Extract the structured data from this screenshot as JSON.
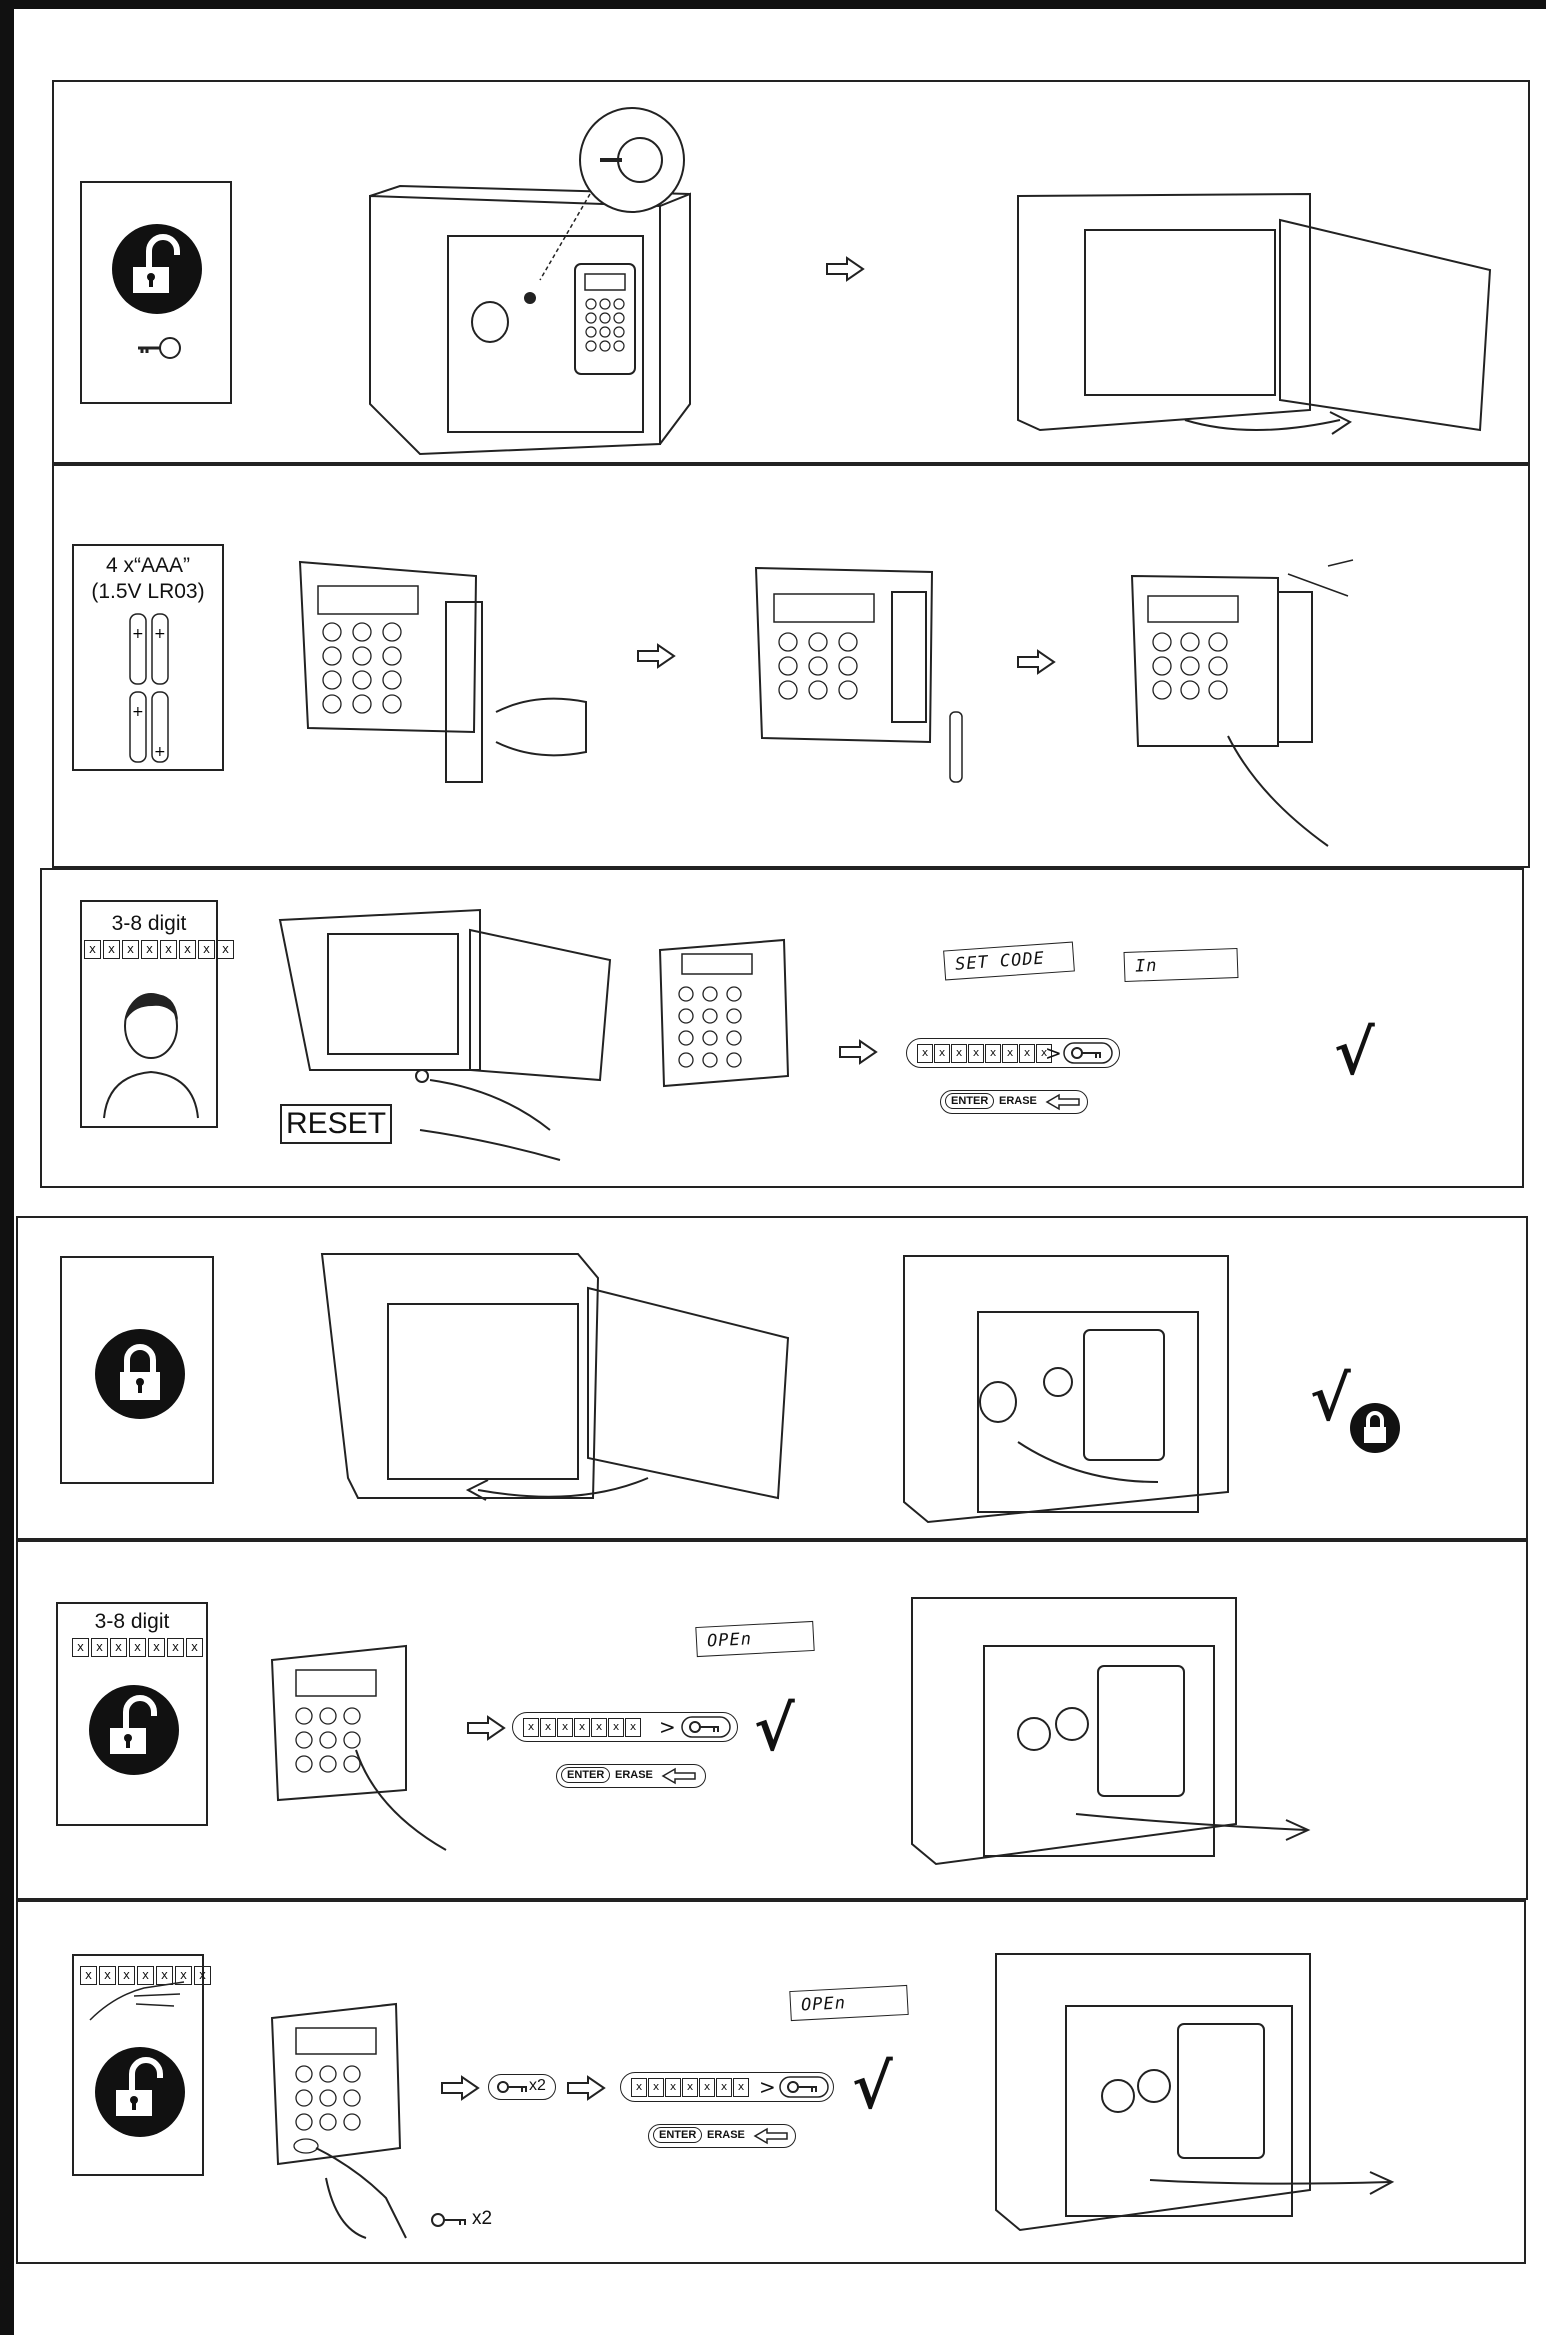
{
  "steps": [
    {
      "id": "unlock-with-key",
      "icon": "padlock-open-icon",
      "card_label": "",
      "secondary_icon": "key-icon"
    },
    {
      "id": "insert-batteries",
      "card_label_line1": "4 x“AAA”",
      "card_label_line2": "(1.5V LR03)",
      "icon": "battery-icon"
    },
    {
      "id": "set-code",
      "card_label": "3-8 digit",
      "digit_boxes": [
        "x",
        "x",
        "x",
        "x",
        "x",
        "x",
        "x",
        "x"
      ],
      "icon": "person-icon",
      "reset_label": "RESET",
      "lcd_1": "SET CODE",
      "lcd_2": "In",
      "enter_label": "ENTER",
      "erase_label": "ERASE"
    },
    {
      "id": "lock-safe",
      "icon": "padlock-closed-icon"
    },
    {
      "id": "open-with-code",
      "card_label": "3-8 digit",
      "digit_boxes": [
        "x",
        "x",
        "x",
        "x",
        "x",
        "x",
        "x"
      ],
      "icon": "padlock-open-icon",
      "lcd": "OPEn",
      "enter_label": "ENTER",
      "erase_label": "ERASE"
    },
    {
      "id": "open-with-master-code",
      "digit_boxes": [
        "x",
        "x",
        "x",
        "x",
        "x",
        "x",
        "x"
      ],
      "icon": "padlock-open-icon",
      "lcd": "OPEn",
      "key_x2_label": "x2",
      "enter_label": "ENTER",
      "erase_label": "ERASE"
    }
  ],
  "symbols": {
    "code_digit": "x",
    "greater_than": ">",
    "checkmark": "√"
  },
  "colors": {
    "ink": "#111111",
    "paper": "#ffffff"
  }
}
